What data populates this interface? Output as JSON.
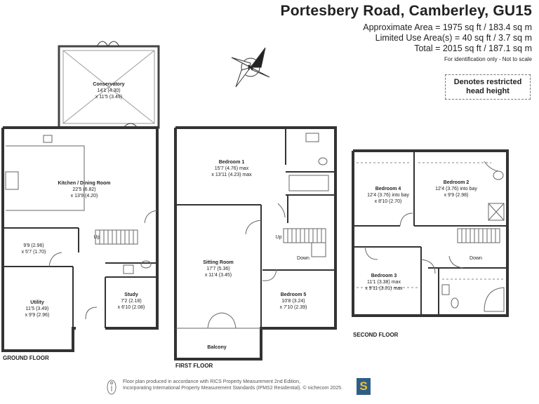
{
  "header": {
    "title": "Portesbery Road, Camberley, GU15",
    "approx_area": "Approximate Area = 1975 sq ft / 183.4 sq m",
    "limited_use": "Limited Use Area(s) = 40 sq ft / 3.7 sq m",
    "total": "Total = 2015 sq ft / 187.1 sq m",
    "note": "For identification only - Not to scale"
  },
  "legend": {
    "line1": "Denotes restricted",
    "line2": "head height"
  },
  "compass": {
    "label": "N"
  },
  "floors": {
    "ground": "GROUND FLOOR",
    "first": "FIRST FLOOR",
    "second": "SECOND FLOOR"
  },
  "rooms": {
    "conservatory": {
      "name": "Conservatory",
      "d1": "14'1 (4.30)",
      "d2": "x 11'5 (3.49)"
    },
    "kitchen": {
      "name": "Kitchen / Dining Room",
      "d1": "22'5 (6.82)",
      "d2": "x 13'9 (4.20)"
    },
    "hall_store": {
      "d1": "9'9 (2.96)",
      "d2": "x 5'7 (1.70)"
    },
    "utility": {
      "name": "Utility",
      "d1": "11'5 (3.49)",
      "d2": "x 9'9 (2.96)"
    },
    "study": {
      "name": "Study",
      "d1": "7'2 (2.18)",
      "d2": "x 6'10 (2.08)"
    },
    "bedroom1": {
      "name": "Bedroom 1",
      "d1": "15'7 (4.76) max",
      "d2": "x 13'11 (4.23) max"
    },
    "sitting": {
      "name": "Sitting Room",
      "d1": "17'7 (5.36)",
      "d2": "x 11'4 (3.45)"
    },
    "bedroom5": {
      "name": "Bedroom 5",
      "d1": "10'8 (3.24)",
      "d2": "x 7'10 (2.39)"
    },
    "balcony": {
      "name": "Balcony"
    },
    "bedroom4": {
      "name": "Bedroom 4",
      "d1": "12'4 (3.76) into bay",
      "d2": "x 8'10 (2.70)"
    },
    "bedroom2": {
      "name": "Bedroom 2",
      "d1": "12'4 (3.76) into bay",
      "d2": "x 9'9 (2.98)"
    },
    "bedroom3": {
      "name": "Bedroom 3",
      "d1": "11'1 (3.38) max",
      "d2": "x 9'11 (3.01) max"
    }
  },
  "stairs": {
    "up": "Up",
    "down": "Down"
  },
  "footer": {
    "line1": "Floor plan produced in accordance with RICS Property Measurement 2nd Edition,",
    "line2": "Incorporating International Property Measurement Standards (IPMS2 Residential).  © nichecom 2025.",
    "logo": "S"
  }
}
